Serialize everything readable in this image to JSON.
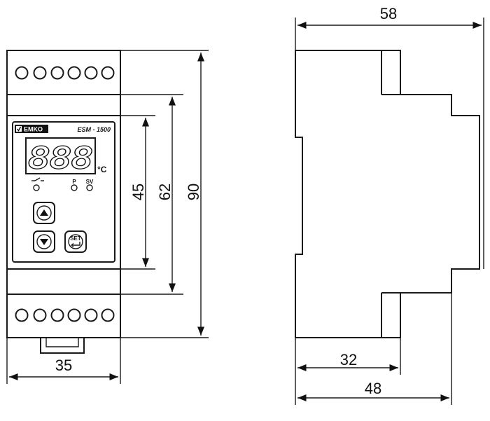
{
  "device": {
    "brand": "EMKO",
    "model": "ESM - 1500",
    "display_value": "888",
    "unit": "°C",
    "indicators": {
      "output_symbol": "switch-icon",
      "p_label": "P",
      "sv_label": "SV"
    },
    "buttons": {
      "set_label": "SET"
    }
  },
  "dimensions": {
    "front_width": "35",
    "panel_height": "45",
    "mid_height": "62",
    "total_height": "90",
    "side_width": "58",
    "rail_depth": "32",
    "body_depth": "48"
  }
}
